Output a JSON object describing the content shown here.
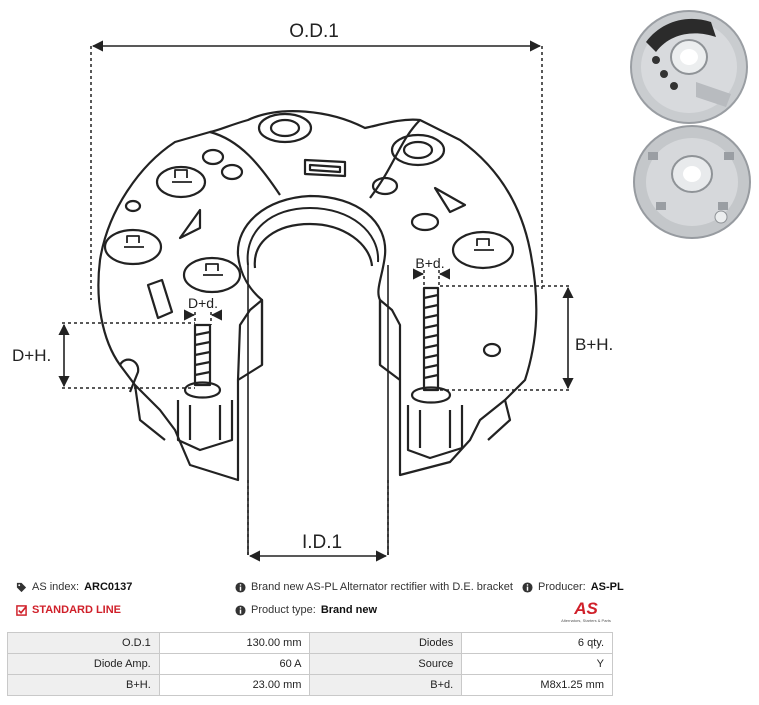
{
  "dimensions": {
    "od1": "O.D.1",
    "id1": "I.D.1",
    "dh": "D+H.",
    "dd": "D+d.",
    "bh": "B+H.",
    "bd": "B+d."
  },
  "info": {
    "as_index_label": "AS index:",
    "as_index_value": "ARC0137",
    "line": "STANDARD LINE",
    "description": "Brand new AS-PL Alternator rectifier with D.E. bracket",
    "product_type_label": "Product type:",
    "product_type_value": "Brand new",
    "producer_label": "Producer:",
    "producer_value": "AS-PL"
  },
  "logo": {
    "mark": "AS",
    "tagline": "Alternators, Starters & Parts"
  },
  "specs": [
    {
      "k1": "O.D.1",
      "v1": "130.00 mm",
      "k2": "Diodes",
      "v2": "6 qty."
    },
    {
      "k1": "Diode Amp.",
      "v1": "60 A",
      "k2": "Source",
      "v2": "Y"
    },
    {
      "k1": "B+H.",
      "v1": "23.00 mm",
      "k2": "B+d.",
      "v2": "M8x1.25 mm"
    }
  ],
  "colors": {
    "accent": "#d0202a",
    "header_bg": "#efefef",
    "border": "#c9c9c9"
  }
}
